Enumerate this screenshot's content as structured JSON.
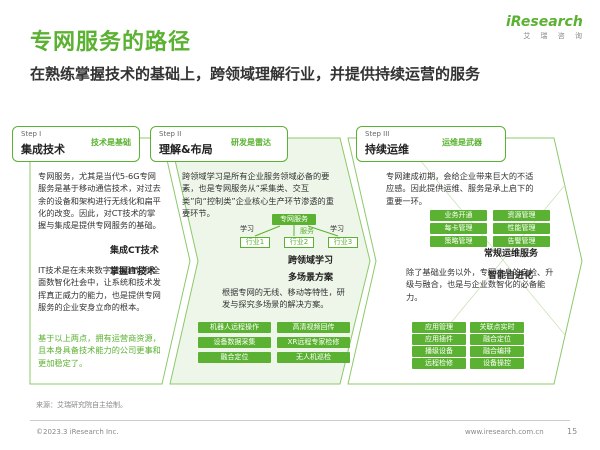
{
  "title": "专网服务的路径",
  "subtitle": "在熟练掌握技术的基础上，跨领域理解行业，并提供持续运营的服务",
  "logo": {
    "main": "iResearch",
    "sub": "艾 瑞 咨 询"
  },
  "steps": [
    {
      "label": "Step I",
      "name": "集成技术",
      "tag": "技术是基础"
    },
    {
      "label": "Step II",
      "name": "理解&布局",
      "tag": "研发是雷达"
    },
    {
      "label": "Step III",
      "name": "持续运维",
      "tag": "运维是武器"
    }
  ],
  "col1": {
    "para1": "专网服务，尤其是当代5-6G专网服务是基于移动通信技术，对过去余的设备和架构进行无线化和扁平化的改变。因此，对CT技术的掌握与集成是提供专网服务的基础。",
    "heading1": "集成CT技术",
    "heading2": "掌握IT技术",
    "para2": "IT技术是在未来数字中国建设和全面数智化社会中，让系统和技术发挥真正威力的能力，也是提供专网服务的企业安身立命的根本。",
    "para3": "基于以上两点，拥有运营商资源，且本身具备技术能力的公司更事和更加稳定了。"
  },
  "col2": {
    "para1": "跨领域学习是所有企业服务领域必备的要素，也是专网服务从“采集类、交互类”向“控制类”企业核心生产环节渗透的重要环节。",
    "diagram": {
      "top": "专网服务",
      "service": "服务",
      "learn_left": "学习",
      "learn_right": "学习",
      "industries": [
        "行业1",
        "行业2",
        "行业3"
      ]
    },
    "heading1": "跨领域学习",
    "heading2": "多场景方案",
    "para2": "根据专网的无线、移动等特性，研发与探究多场景的解决方案。",
    "scenarios": [
      "机器人远程操作",
      "高清视频回传",
      "设备数据采集",
      "XR远程专家检修",
      "融合定位",
      "无人机巡检"
    ]
  },
  "col3": {
    "para1": "专网建成初期，会给企业带来巨大的不适应感。因此提供运维、服务是承上启下的重要一环。",
    "mgmt": [
      "业务开通",
      "资源管理",
      "每卡管理",
      "性能管理",
      "策略管理",
      "告警管理"
    ],
    "heading1": "常规运维服务",
    "heading2": "智能自进化",
    "para2": "除了基础业务以外，专网本身的自检、升级与融合，也是与企业数智化的必备能力。",
    "apps": [
      "应用管理",
      "关联点实时",
      "应用插件",
      "融合定位",
      "播级设备",
      "融合编排",
      "远程检修",
      "设备操控"
    ]
  },
  "footer": {
    "source": "来源：艾瑞研究院自主绘制。",
    "copyright": "©2023.3 iResearch Inc.",
    "url": "www.iresearch.com.cn",
    "page": "15"
  },
  "colors": {
    "accent": "#5bb131",
    "chevron": "#eef6e9",
    "border": "#5bb131"
  }
}
